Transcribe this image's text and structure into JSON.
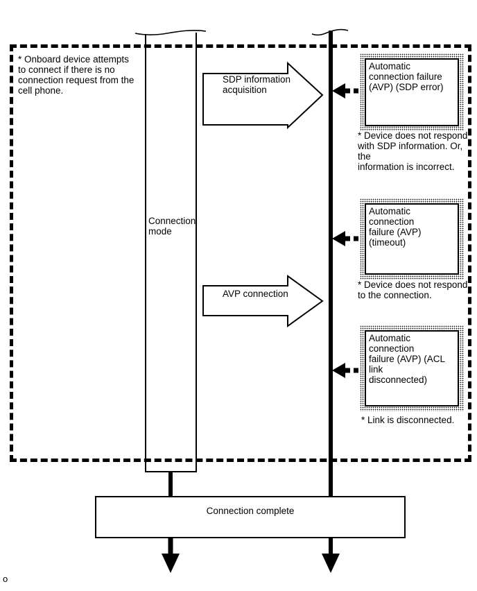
{
  "colors": {
    "ink": "#000000",
    "paper": "#ffffff"
  },
  "notes": {
    "onboard": "* Onboard device attempts\nto connect if there is no\nconnection request from the\ncell phone.",
    "page_mark": "o"
  },
  "lifelines": {
    "connection_mode": "Connection\nmode"
  },
  "actions": {
    "sdp": "SDP information\nacquisition",
    "avp": "AVP connection",
    "complete": "Connection complete"
  },
  "failures": [
    {
      "label": "Automatic\nconnection failure\n(AVP) (SDP error)",
      "note": "* Device does not respond\nwith SDP information. Or, the\ninformation is incorrect."
    },
    {
      "label": "Automatic connection\nfailure (AVP) (timeout)",
      "note": "* Device does not respond\nto the connection."
    },
    {
      "label": "Automatic connection\nfailure (AVP) (ACL link\ndisconnected)",
      "note": "* Link is disconnected."
    }
  ]
}
